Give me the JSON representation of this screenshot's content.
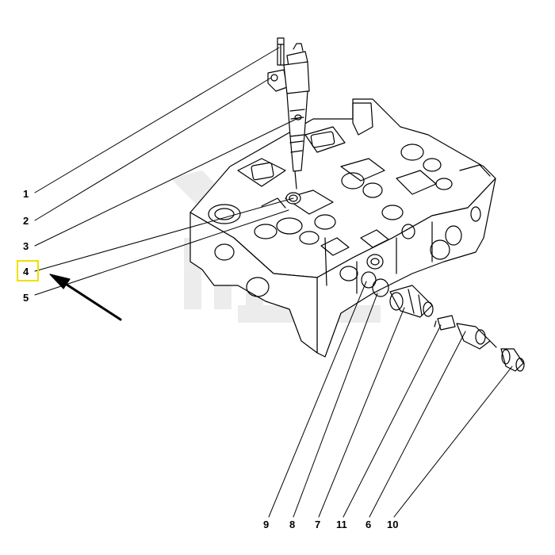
{
  "callouts": {
    "c1": "1",
    "c2": "2",
    "c3": "3",
    "c4": "4",
    "c5": "5",
    "c9": "9",
    "c8": "8",
    "c7": "7",
    "c11": "11",
    "c6": "6",
    "c10": "10"
  },
  "highlight": {
    "callout": "4",
    "color": "#f0e000"
  },
  "colors": {
    "line": "#000000",
    "background": "#ffffff",
    "watermark": "#e9e9e9"
  }
}
